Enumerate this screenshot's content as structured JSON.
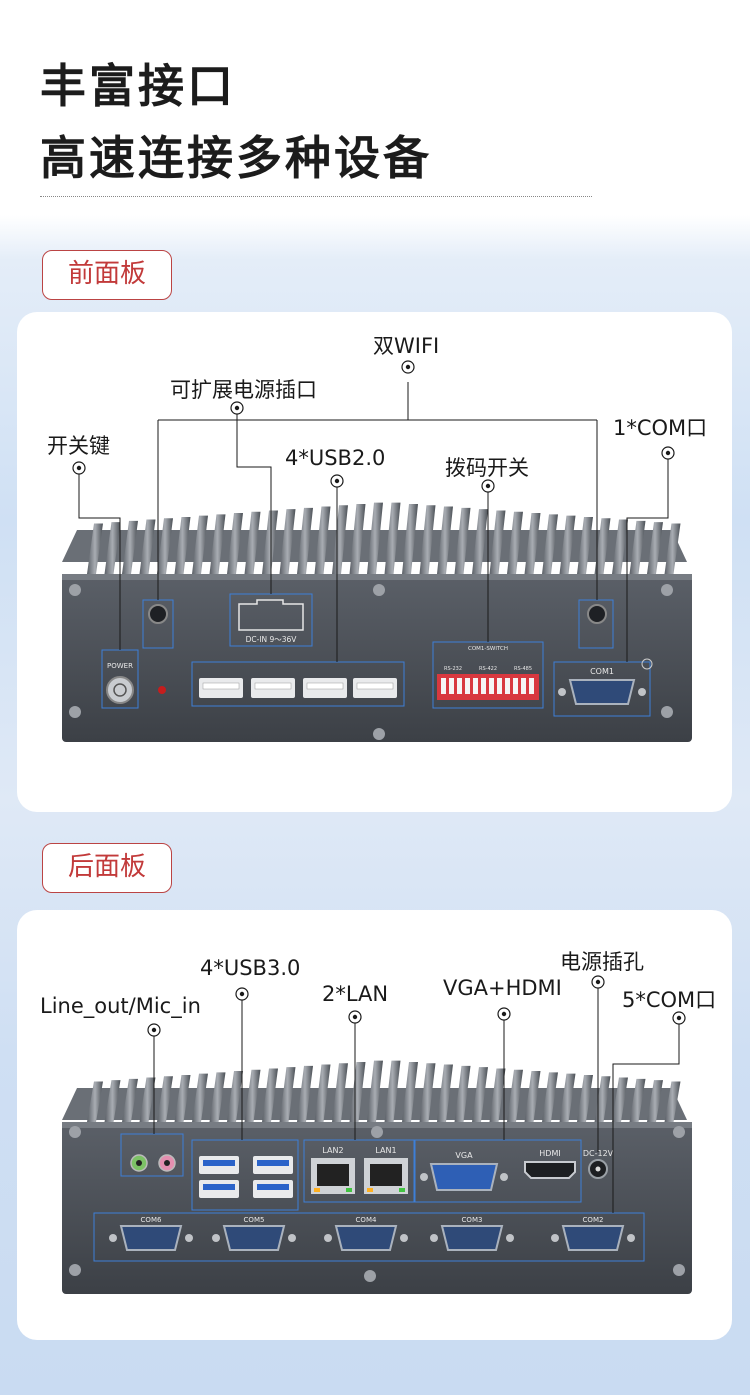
{
  "heading": {
    "line1": "丰富接口",
    "line2": "高速连接多种设备"
  },
  "front_panel": {
    "tab_label": "前面板",
    "callouts": {
      "dual_wifi": "双WIFI",
      "expand_power": "可扩展电源插口",
      "power_key": "开关键",
      "usb2": "4*USB2.0",
      "dip_switch": "拨码开关",
      "com1": "1*COM口"
    },
    "device_labels": {
      "power": "POWER",
      "dc_in": "DC-IN 9～36V",
      "com1": "COM1",
      "com_switch": "COM1-SWITCH",
      "rs232": "RS-232",
      "rs422": "RS-422",
      "rs485": "RS-485"
    }
  },
  "back_panel": {
    "tab_label": "后面板",
    "callouts": {
      "usb3": "4*USB3.0",
      "audio": "Line_out/Mic_in",
      "lan": "2*LAN",
      "display": "VGA+HDMI",
      "power_jack": "电源插孔",
      "com": "5*COM口"
    },
    "device_labels": {
      "lan2": "LAN2",
      "lan1": "LAN1",
      "vga": "VGA",
      "hdmi": "HDMI",
      "dc": "DC-12V",
      "com6": "COM6",
      "com5": "COM5",
      "com4": "COM4",
      "com3": "COM3",
      "com2": "COM2"
    }
  },
  "colors": {
    "accent": "#c23a3a",
    "chassis": "#4a4f56",
    "highlight_box": "#3d7fd8"
  }
}
